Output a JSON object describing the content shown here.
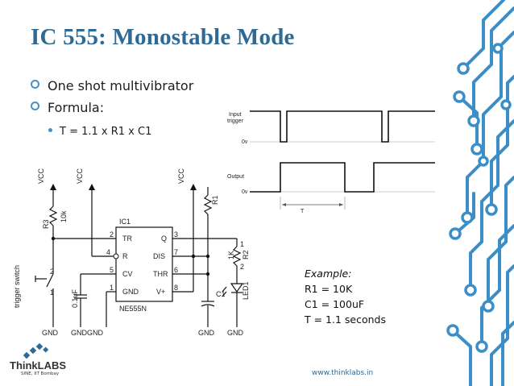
{
  "title": "IC 555: Monostable Mode",
  "bullets": [
    "One shot multivibrator",
    "Formula:"
  ],
  "formula": "T = 1.1 x R1 x C1",
  "waveform": {
    "input_label_1": "Input",
    "input_label_2": "trigger",
    "output_label": "Output",
    "zero_label": "0v",
    "period_label": "T"
  },
  "schematic": {
    "vcc": "VCC",
    "gnd": "GND",
    "gndgnd": "GNDGND",
    "r3": "R3",
    "r3_value": "10k",
    "r1": "R1",
    "r2": "R2",
    "r2_value": "1K",
    "c1": "C1",
    "cap_value": "0.1uF",
    "ic_label": "IC1",
    "ic_part": "NE555N",
    "led": "LED1",
    "switch": "trigger switch",
    "pins": {
      "tr": "TR",
      "q": "Q",
      "r": "R",
      "dis": "DIS",
      "cv": "CV",
      "thr": "THR",
      "gnd": "GND",
      "vplus": "V+"
    },
    "pin_numbers": {
      "p1": "1",
      "p2": "2",
      "p3": "3",
      "p4": "4",
      "p5": "5",
      "p6": "6",
      "p7": "7",
      "p8": "8"
    },
    "switch_pins": {
      "a": "2",
      "b": "1"
    },
    "led_pins": {
      "a": "1",
      "b": "2"
    }
  },
  "example": {
    "head": "Example:",
    "lines": [
      "R1 = 10K",
      "C1 = 100uF",
      "T = 1.1 seconds"
    ]
  },
  "logo": {
    "name": "ThinkLABS",
    "tagline": "SINE, IIT Bombay"
  },
  "url": "www.thinklabs.in",
  "colors": {
    "title": "#2d6a96",
    "accent": "#4b8fc2",
    "circuit_art": "#3a8fc8"
  }
}
